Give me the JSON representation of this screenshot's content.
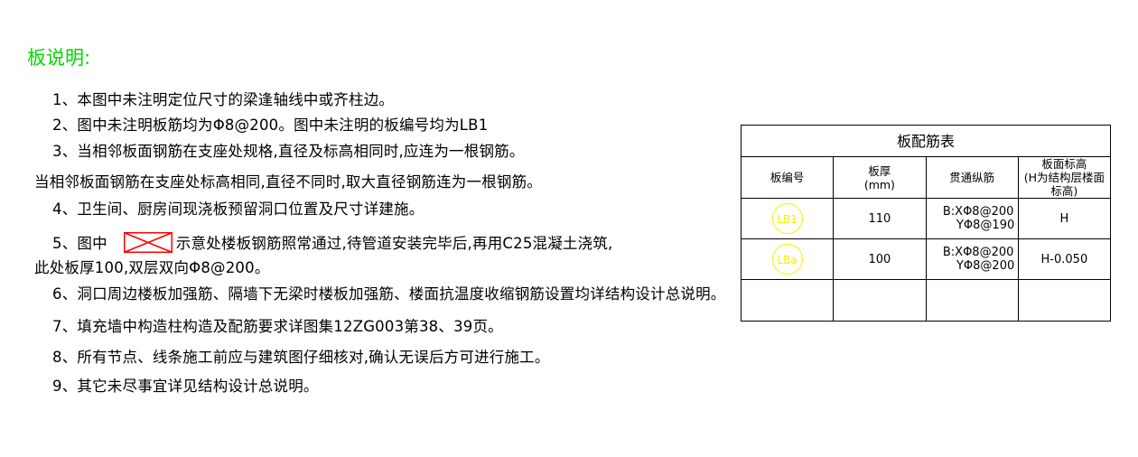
{
  "notes": {
    "title": "板说明:",
    "items": [
      {
        "text": "1、本图中未注明定位尺寸的梁逢轴线中或齐柱边。",
        "kind": "num"
      },
      {
        "text": "2、图中未注明板筋均为Φ8@200。图中未注明的板编号均为LB1",
        "kind": "num"
      },
      {
        "text": "3、当相邻板面钢筋在支座处规格,直径及标高相同时,应连为一根钢筋。",
        "kind": "num"
      },
      {
        "text": "当相邻板面钢筋在支座处标高相同,直径不同时,取大直径钢筋连为一根钢筋。",
        "kind": "cont"
      },
      {
        "text": "4、卫生间、厨房间现浇板预留洞口位置及尺寸详建施。",
        "kind": "num"
      },
      {
        "text": "此处板厚100,双层双向Φ8@200。",
        "kind": "cont"
      },
      {
        "text": "6、洞口周边楼板加强筋、隔墙下无梁时楼板加强筋、楼面抗温度收缩钢筋设置均详结构设计总说明。",
        "kind": "num"
      },
      {
        "text": "7、填充墙中构造柱构造及配筋要求详图集12ZG003第38、39页。",
        "kind": "num"
      },
      {
        "text": "8、所有节点、线条施工前应与建筑图仔细核对,确认无误后方可进行施工。",
        "kind": "num"
      },
      {
        "text": "9、其它未尽事宜详见结构设计总说明。",
        "kind": "num"
      }
    ],
    "note5": {
      "prefix": "5、图中",
      "symbol": "red-crossed-box",
      "suffix": "示意处楼板钢筋照常通过,待管道安装完毕后,再用C25混凝土浇筑,"
    }
  },
  "table": {
    "title": "板配筋表",
    "headers": {
      "id": "板编号",
      "thickness_main": "板厚",
      "thickness_unit": "(mm)",
      "rebar": "贯通纵筋",
      "elevation_main": "板面标高",
      "elevation_sub": "(H为结构层楼面标高)"
    },
    "rows": [
      {
        "id": "LB1",
        "thickness": "110",
        "rebar_line1": "B:XΦ8@200",
        "rebar_line2": "YΦ8@190",
        "elevation": "H"
      },
      {
        "id": "LBa",
        "thickness": "100",
        "rebar_line1": "B:XΦ8@200",
        "rebar_line2": "YΦ8@200",
        "elevation": "H-0.050"
      },
      {
        "id": "",
        "thickness": "",
        "rebar_line1": "",
        "rebar_line2": "",
        "elevation": ""
      }
    ]
  },
  "colors": {
    "title_green": "#00d800",
    "symbol_red": "#ff0000",
    "rebar_yellow": "#f2f200",
    "text_black": "#000000",
    "background": "#ffffff"
  }
}
